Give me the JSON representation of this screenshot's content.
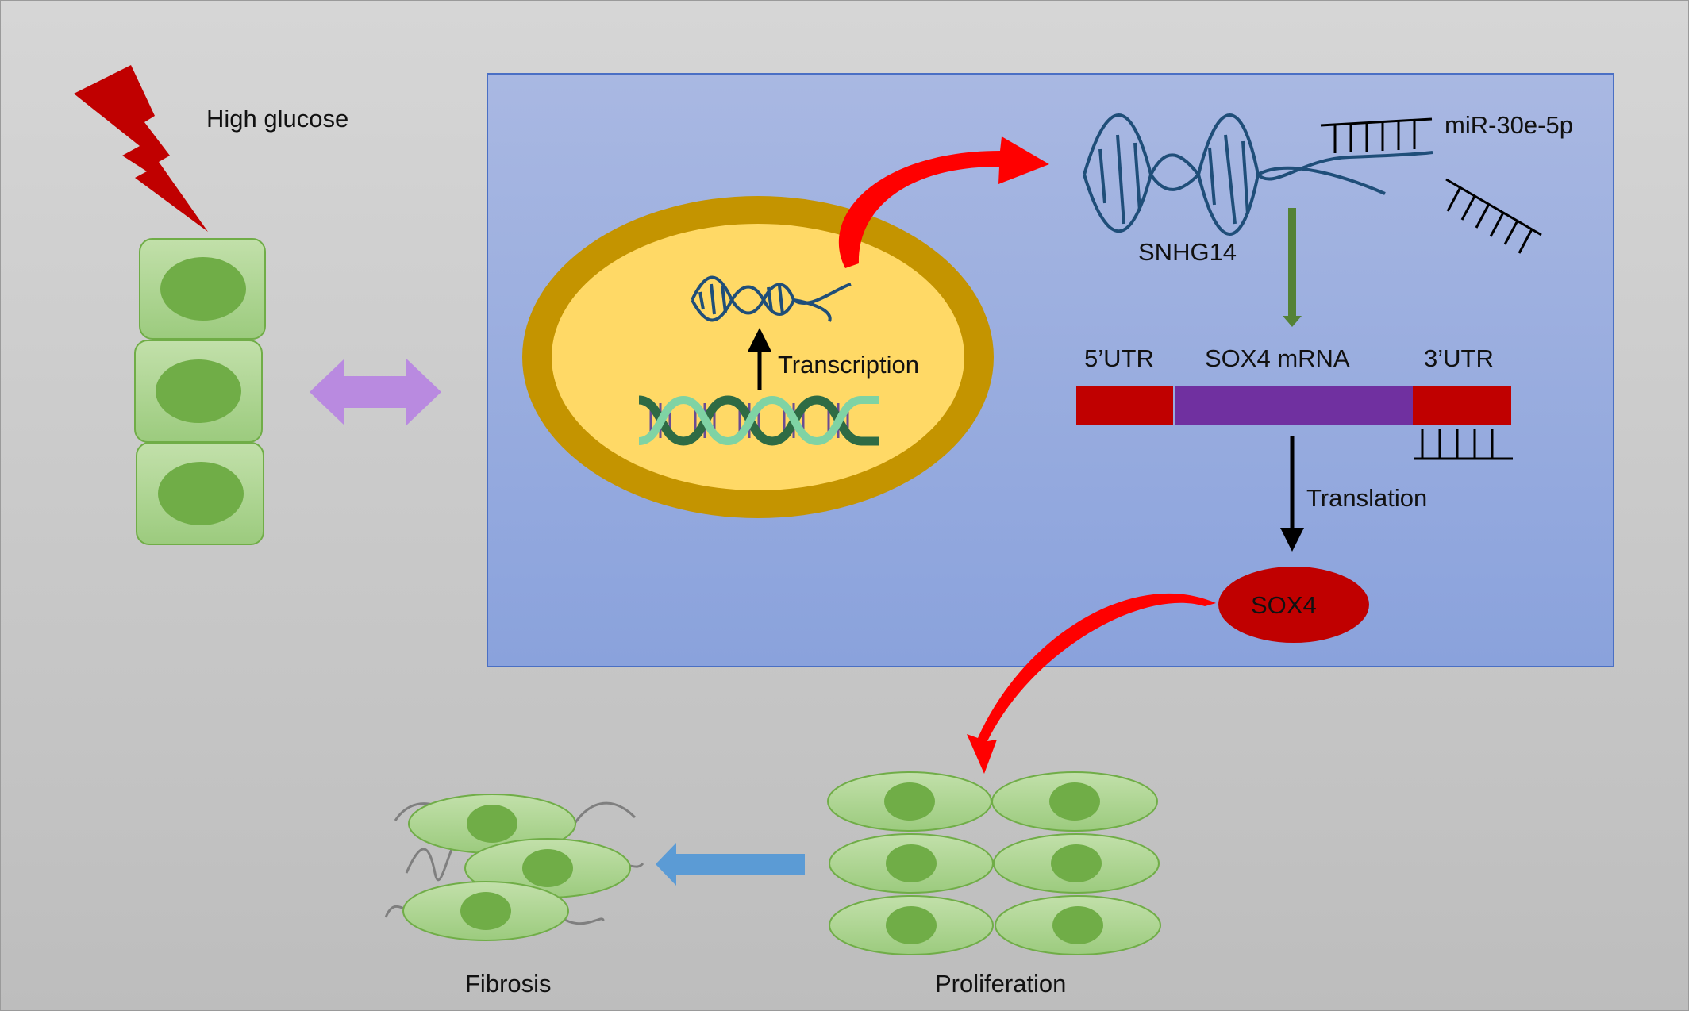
{
  "labels": {
    "stimulus": "High glucose",
    "process_transcription": "Transcription",
    "lncrna": "SNHG14",
    "mirna": "miR-30e-5p",
    "utr5": "5’UTR",
    "mrna": "SOX4 mRNA",
    "utr3": "3’UTR",
    "process_translation": "Translation",
    "protein": "SOX4",
    "outcome_fibrosis": "Fibrosis",
    "outcome_proliferation": "Proliferation"
  },
  "colors": {
    "background": "#c8c8c8",
    "panel_fill": "#9cb0de",
    "panel_border": "#4a6fc4",
    "nucleus_outer": "#c49400",
    "nucleus_inner": "#ffd966",
    "cell_fill": "#a9d18e",
    "cell_nucleus": "#70ad47",
    "cell_border": "#70ad47",
    "lightning": "#c00000",
    "red_arrow": "#ff0000",
    "rna_strand": "#1f4e79",
    "green_arrow": "#548235",
    "utr": "#c00000",
    "mrna_body": "#7030a0",
    "sox4": "#c00000",
    "double_arrow": "#b98ae0",
    "blue_arrow": "#5b9bd5"
  }
}
